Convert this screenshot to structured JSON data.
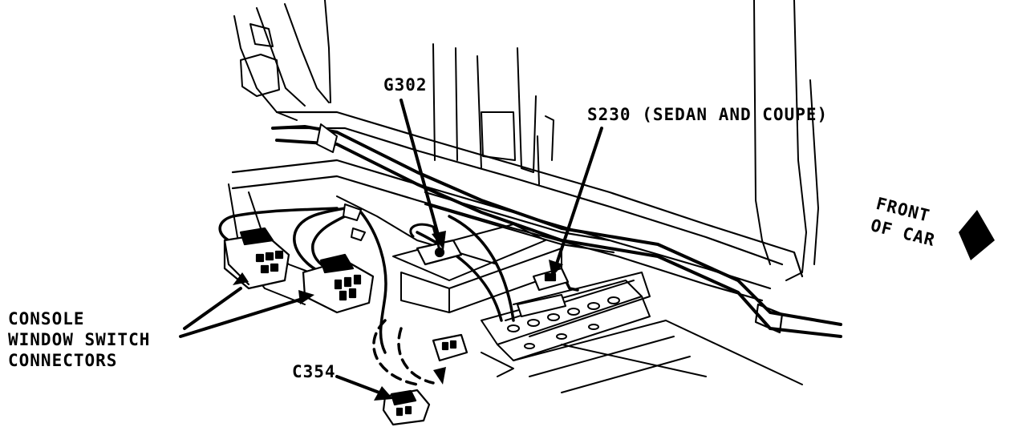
{
  "labels": {
    "g302": "G302",
    "s230": "S230 (SEDAN AND COUPE)",
    "console_line1": "CONSOLE",
    "console_line2": "WINDOW SWITCH",
    "console_line3": "CONNECTORS",
    "c354": "C354",
    "front_line1": "FRONT",
    "front_line2": "OF CAR"
  },
  "colors": {
    "ink": "#000000",
    "paper": "#ffffff"
  }
}
